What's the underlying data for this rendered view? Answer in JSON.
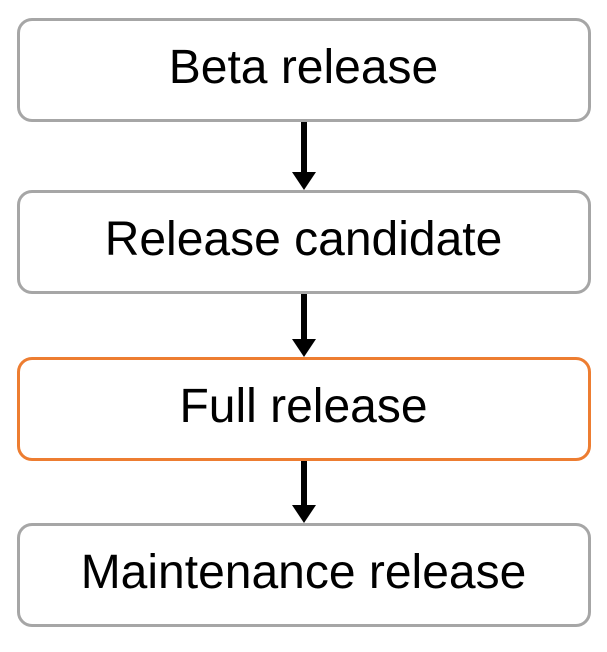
{
  "diagram": {
    "type": "flowchart",
    "direction": "vertical",
    "nodes": [
      {
        "label": "Beta release",
        "highlighted": false
      },
      {
        "label": "Release candidate",
        "highlighted": false
      },
      {
        "label": "Full release",
        "highlighted": true
      },
      {
        "label": "Maintenance release",
        "highlighted": false
      }
    ],
    "connector_icon": "arrow-down-icon",
    "connector_count": 3,
    "colors": {
      "border_default": "#A6A6A6",
      "border_highlight": "#ED7D31",
      "node_fill": "#FFFFFF",
      "text": "#000000",
      "arrow": "#000000",
      "background": "#FFFFFF"
    }
  }
}
